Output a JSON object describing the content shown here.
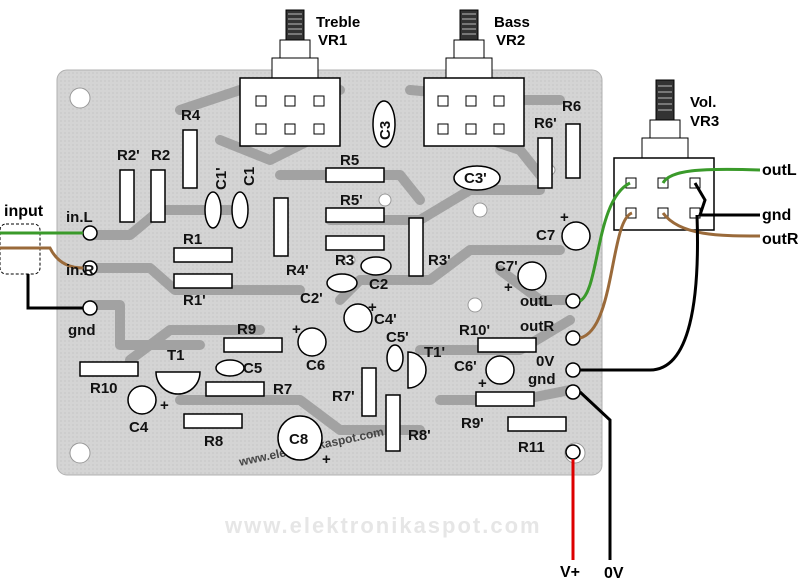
{
  "watermark": "www.elektronikaspot.com",
  "pcb_text": "www.elektronikaspot.com",
  "pots": {
    "treble": {
      "name": "Treble",
      "ref": "VR1"
    },
    "bass": {
      "name": "Bass",
      "ref": "VR2"
    },
    "volume": {
      "name": "Vol.",
      "ref": "VR3"
    }
  },
  "io": {
    "input_label": "input",
    "in_l": "in.L",
    "in_r": "in.R",
    "gnd_in": "gnd",
    "out_l_pcb": "outL",
    "out_r_pcb": "outR",
    "zero_v_pcb": "0V",
    "gnd_pcb": "gnd",
    "out_l_ext": "outL",
    "gnd_ext": "gnd",
    "out_r_ext": "outR",
    "v_plus": "V+",
    "zero_v_ext": "0V"
  },
  "parts": {
    "r2p": "R2'",
    "r2": "R2",
    "r4": "R4",
    "c1p": "C1'",
    "c1": "C1",
    "c3": "C3",
    "r5": "R5",
    "r5p": "R5'",
    "r3": "R3",
    "c2": "C2",
    "r4p": "R4'",
    "r1": "R1",
    "r1p": "R1'",
    "c3p": "C3'",
    "r3p": "R3'",
    "c2p": "C2'",
    "c4p": "C4'",
    "r6p": "R6'",
    "r6": "R6",
    "c7": "C7",
    "c7p": "C7'",
    "r9": "R9",
    "c6": "C6",
    "c5p": "C5'",
    "r10p": "R10'",
    "t1p": "T1'",
    "t1": "T1",
    "c5": "C5",
    "r10": "R10",
    "r7": "R7",
    "c4": "C4",
    "r8": "R8",
    "c8": "C8",
    "r7p": "R7'",
    "r8p": "R8'",
    "c6p": "C6'",
    "r9p": "R9'",
    "r11": "R11",
    "plus": "+"
  },
  "wire_colors": {
    "green": "#3a9a2a",
    "brown": "#9a6a3a",
    "black": "#000000",
    "red": "#dd0000",
    "board": "#cfcfcf",
    "trace": "#9a9a9a"
  }
}
